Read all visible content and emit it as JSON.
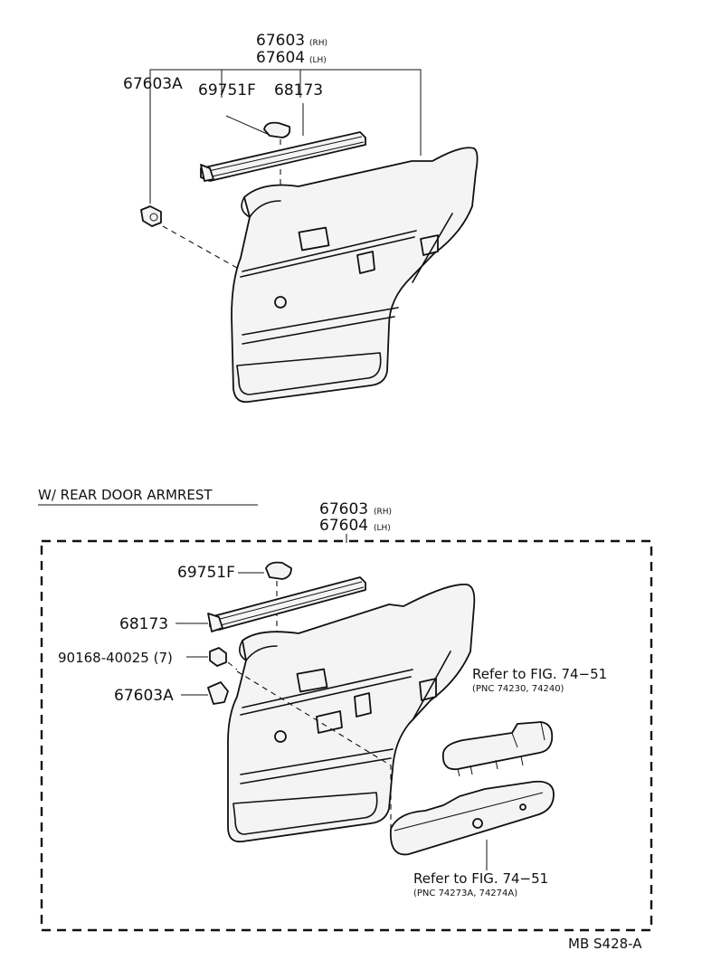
{
  "top_view": {
    "part_rh": "67603",
    "part_rh_suffix": "(RH)",
    "part_lh": "67604",
    "part_lh_suffix": "(LH)",
    "clip": "67603A",
    "cushion": "69751F",
    "weatherstrip": "68173"
  },
  "bottom_view": {
    "section_title": "W/ REAR DOOR ARMREST",
    "part_rh": "67603",
    "part_rh_suffix": "(RH)",
    "part_lh": "67604",
    "part_lh_suffix": "(LH)",
    "cushion": "69751F",
    "weatherstrip": "68173",
    "screw": "90168-40025 (7)",
    "clip": "67603A",
    "ref_upper": "Refer to FIG. 74−51",
    "ref_upper_pnc": "(PNC 74230, 74240)",
    "ref_lower": "Refer to FIG. 74−51",
    "ref_lower_pnc": "(PNC 74273A, 74274A)"
  },
  "footer_code": "MB S428-A"
}
